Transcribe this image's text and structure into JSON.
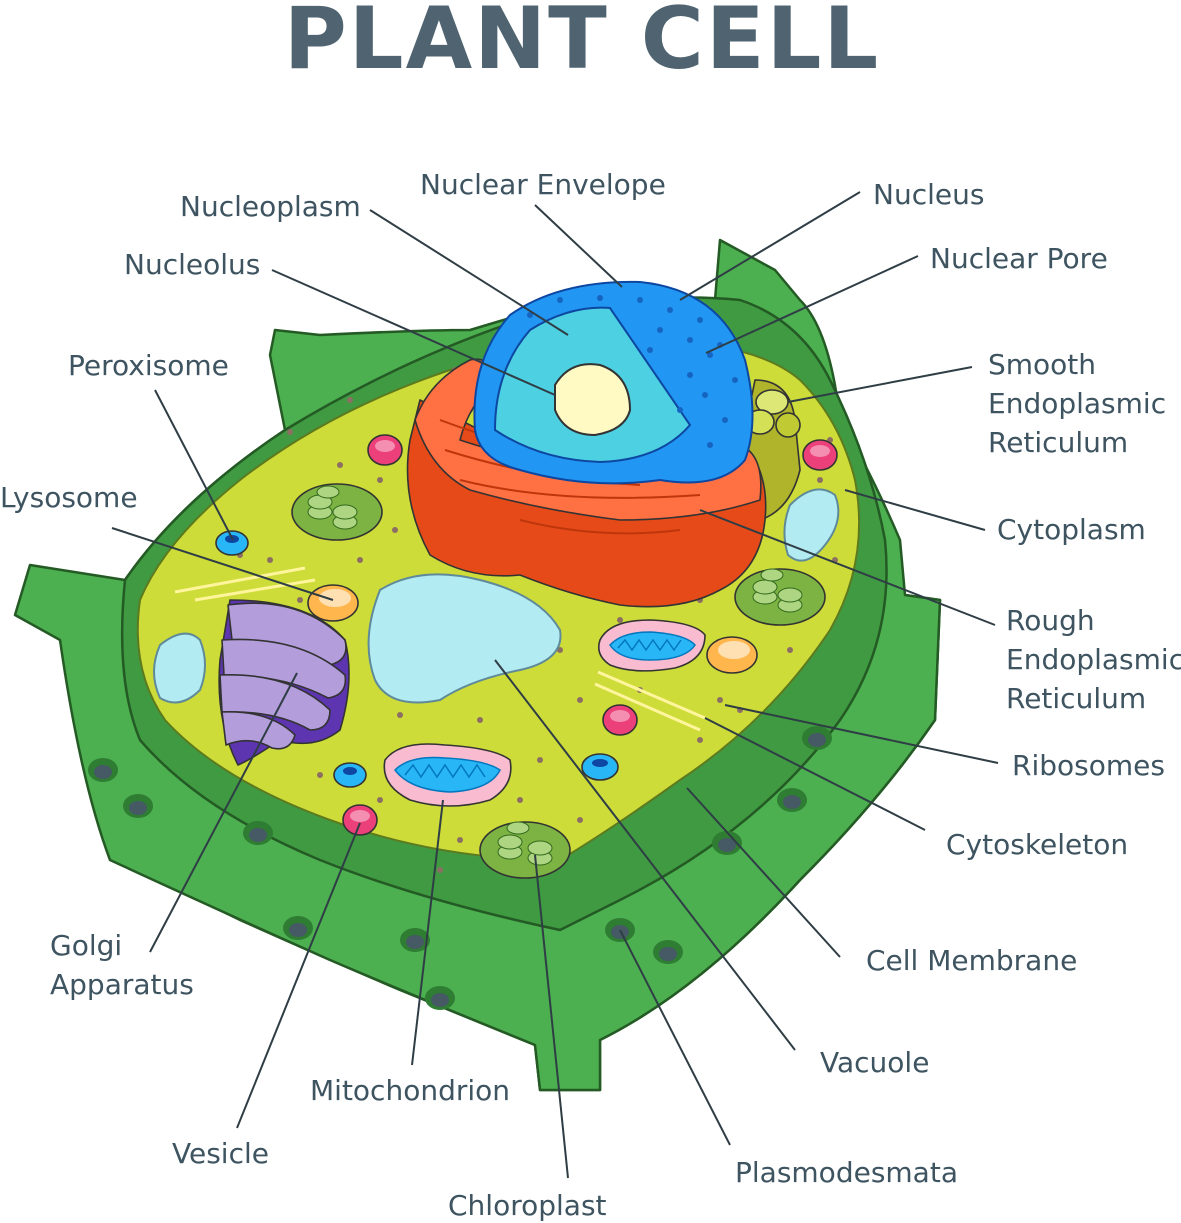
{
  "title": "PLANT CELL",
  "labels": {
    "nucleoplasm": "Nucleoplasm",
    "nuclear_envelope": "Nuclear Envelope",
    "nucleus": "Nucleus",
    "nucleolus": "Nucleolus",
    "nuclear_pore": "Nuclear Pore",
    "peroxisome": "Peroxisome",
    "smooth_er": [
      "Smooth",
      "Endoplasmic",
      "Reticulum"
    ],
    "lysosome": "Lysosome",
    "cytoplasm": "Cytoplasm",
    "rough_er": [
      "Rough",
      "Endoplasmic",
      "Reticulum"
    ],
    "ribosomes": "Ribosomes",
    "cytoskeleton": "Cytoskeleton",
    "golgi": [
      "Golgi",
      "Apparatus"
    ],
    "cell_membrane": "Cell Membrane",
    "vacuole": "Vacuole",
    "mitochondrion": "Mitochondrion",
    "vesicle": "Vesicle",
    "plasmodesmata": "Plasmodesmata",
    "chloroplast": "Chloroplast"
  },
  "colors": {
    "cell_wall": "#4caf50",
    "cell_wall_dark": "#3a8f3d",
    "cytoplasm": "#cddc39",
    "nucleus_outer": "#2196f3",
    "nucleoplasm": "#4dd0e1",
    "nucleolus": "#fff9c4",
    "rough_er": "#f4511e",
    "golgi": "#9575cd",
    "vacuole": "#b2ebf2",
    "smooth_er": "#c0ca33",
    "chloroplast": "#7cb342",
    "mitochondrion": "#f8bbd0",
    "vesicle": "#ec407a",
    "lysosome": "#ffb74d",
    "peroxisome": "#29b6f6"
  }
}
